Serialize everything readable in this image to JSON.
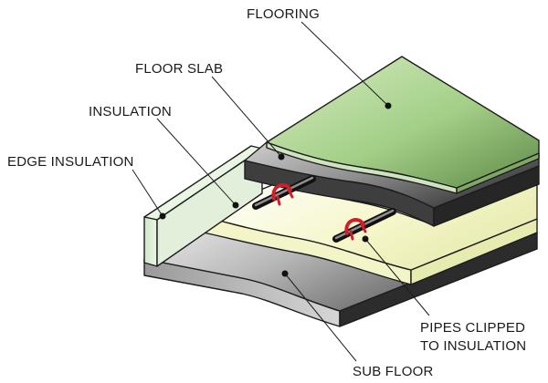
{
  "labels": {
    "flooring": "FLOORING",
    "floor_slab": "FLOOR SLAB",
    "insulation": "INSULATION",
    "edge_insulation": "EDGE INSULATION",
    "pipes_line1": "PIPES CLIPPED",
    "pipes_line2": "TO INSULATION",
    "sub_floor": "SUB FLOOR"
  },
  "colors": {
    "flooring": "#a3cf87",
    "floor_slab": "#b5b5b5",
    "insulation": "#f6f7cc",
    "edge_insulation": "#d9ecd2",
    "sub_floor": "#c4c4c4",
    "pipe": "#3a3a3a",
    "clip": "#d01e2a"
  }
}
